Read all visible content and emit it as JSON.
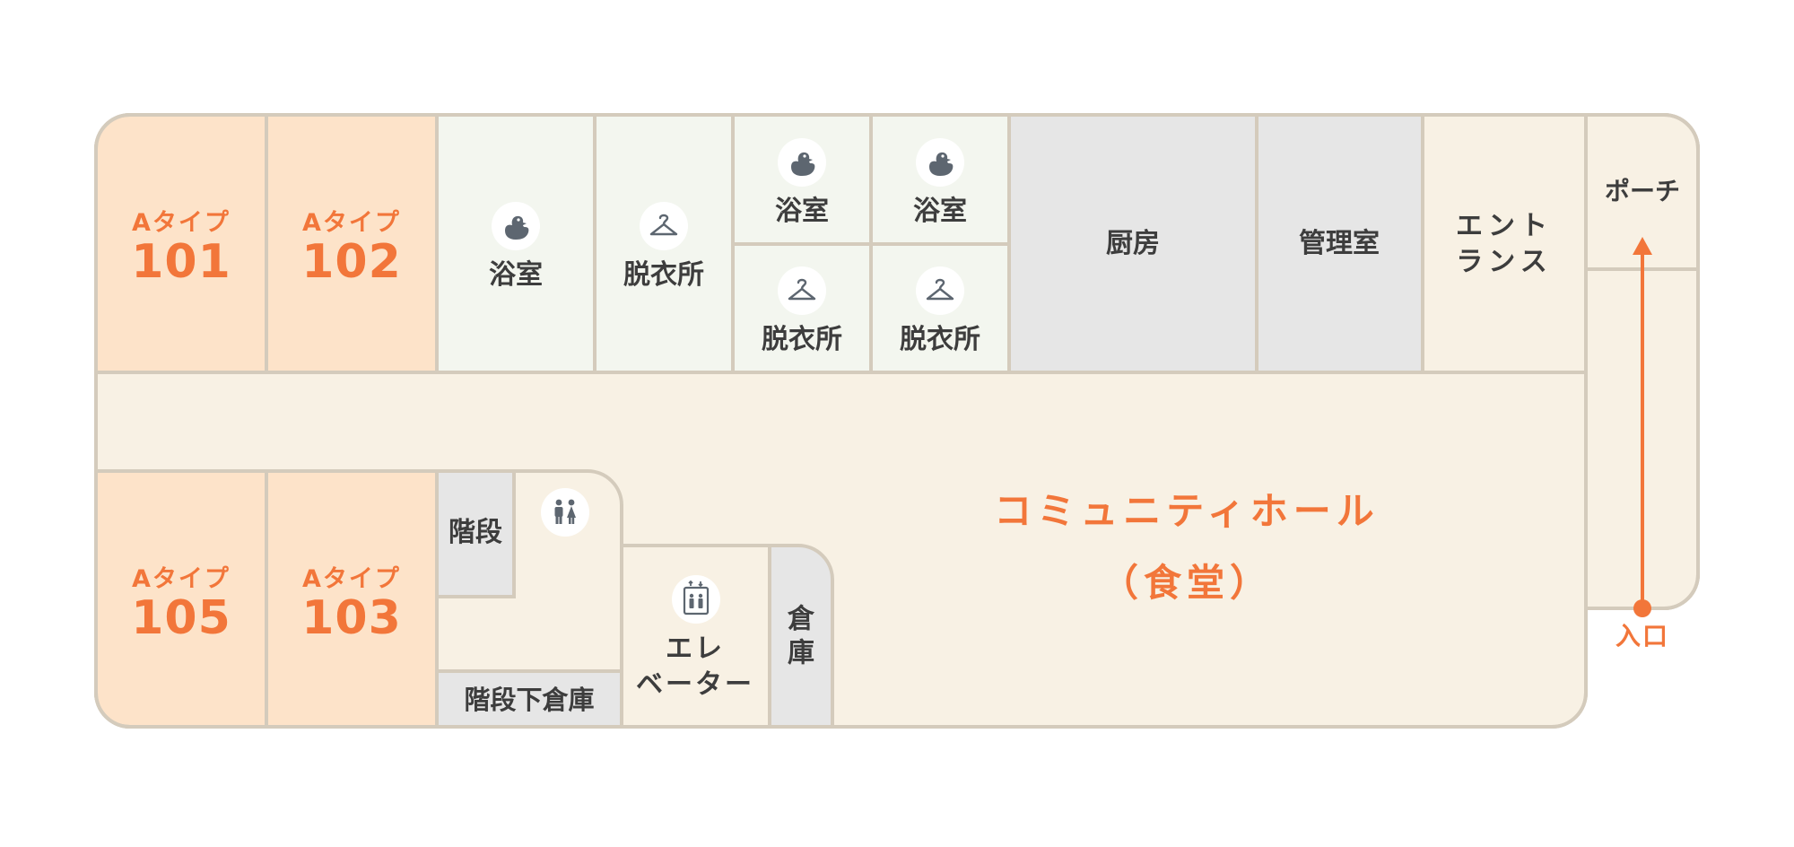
{
  "rooms": {
    "r101": {
      "type": "Aタイプ",
      "number": "101"
    },
    "r102": {
      "type": "Aタイプ",
      "number": "102"
    },
    "r103": {
      "type": "Aタイプ",
      "number": "103"
    },
    "r105": {
      "type": "Aタイプ",
      "number": "105"
    }
  },
  "labels": {
    "bath": "浴室",
    "dressing": "脱衣所",
    "kitchen": "厨房",
    "office": "管理室",
    "entrance": "エント\nランス",
    "porch": "ポーチ",
    "stairs": "階段",
    "under_stairs_storage": "階段下倉庫",
    "elevator": "エレ\nベーター",
    "storage": "倉\n庫",
    "hall": "コミュニティホール\n（食堂）",
    "entry": "入口"
  },
  "icons": {
    "bath": "duck-icon",
    "dressing": "hanger-icon",
    "toilet": "restroom-icon",
    "elevator": "elevator-icon"
  },
  "colors": {
    "room": "#fde3c9",
    "bath_area": "#f3f6ef",
    "service": "#e6e6e6",
    "common": "#f8f1e4",
    "wall": "#d4cbbc",
    "accent": "#f2763a",
    "icon": "#5d6670"
  }
}
